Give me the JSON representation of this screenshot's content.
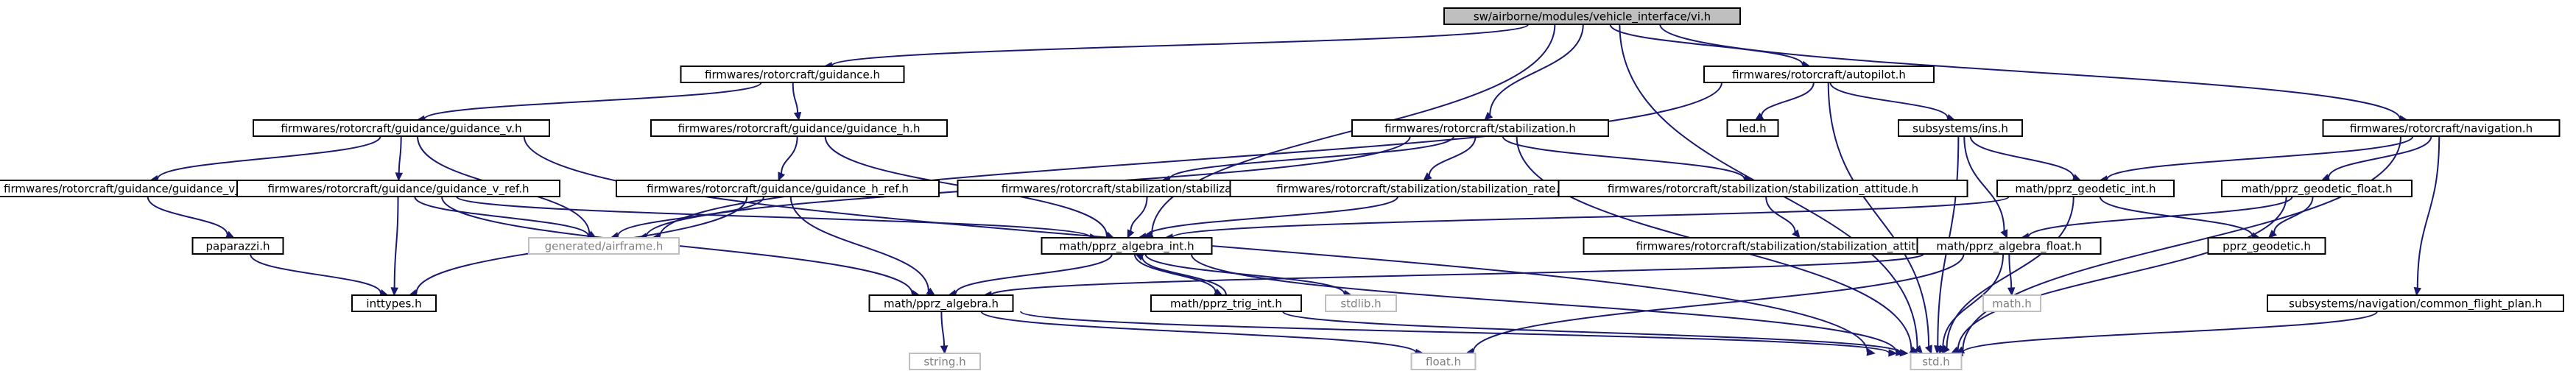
{
  "colors": {
    "root_fill": "#bfbfbf",
    "node_fill": "#ffffff",
    "node_stroke": "#000000",
    "dim_stroke": "#bfbfbf",
    "dim_text": "#808080",
    "edge": "#191970"
  },
  "nodes": [
    {
      "id": "root",
      "label": "sw/airborne/modules/vehicle_interface/vi.h",
      "kind": "root"
    },
    {
      "id": "guidance",
      "label": "firmwares/rotorcraft/guidance.h",
      "kind": "normal"
    },
    {
      "id": "autopilot",
      "label": "firmwares/rotorcraft/autopilot.h",
      "kind": "normal"
    },
    {
      "id": "navigation",
      "label": "firmwares/rotorcraft/navigation.h",
      "kind": "normal"
    },
    {
      "id": "guidance_v",
      "label": "firmwares/rotorcraft/guidance/guidance_v.h",
      "kind": "normal"
    },
    {
      "id": "guidance_h",
      "label": "firmwares/rotorcraft/guidance/guidance_h.h",
      "kind": "normal"
    },
    {
      "id": "stabilization",
      "label": "firmwares/rotorcraft/stabilization.h",
      "kind": "normal"
    },
    {
      "id": "led",
      "label": "led.h",
      "kind": "normal"
    },
    {
      "id": "ins",
      "label": "subsystems/ins.h",
      "kind": "normal"
    },
    {
      "id": "guidance_v_adpt",
      "label": "firmwares/rotorcraft/guidance/guidance_v_adpt.h",
      "kind": "normal"
    },
    {
      "id": "guidance_v_ref",
      "label": "firmwares/rotorcraft/guidance/guidance_v_ref.h",
      "kind": "normal"
    },
    {
      "id": "guidance_h_ref",
      "label": "firmwares/rotorcraft/guidance/guidance_h_ref.h",
      "kind": "normal"
    },
    {
      "id": "stab_none",
      "label": "firmwares/rotorcraft/stabilization/stabilization_none.h",
      "kind": "normal"
    },
    {
      "id": "stab_rate",
      "label": "firmwares/rotorcraft/stabilization/stabilization_rate.h",
      "kind": "normal"
    },
    {
      "id": "stab_att",
      "label": "firmwares/rotorcraft/stabilization/stabilization_attitude.h",
      "kind": "normal"
    },
    {
      "id": "geodetic_int",
      "label": "math/pprz_geodetic_int.h",
      "kind": "normal"
    },
    {
      "id": "geodetic_float",
      "label": "math/pprz_geodetic_float.h",
      "kind": "normal"
    },
    {
      "id": "paparazzi",
      "label": "paparazzi.h",
      "kind": "normal"
    },
    {
      "id": "airframe",
      "label": "generated/airframe.h",
      "kind": "dim"
    },
    {
      "id": "algebra_int",
      "label": "math/pprz_algebra_int.h",
      "kind": "normal"
    },
    {
      "id": "stab_att_ref",
      "label": "firmwares/rotorcraft/stabilization/stabilization_attitude_ref.h",
      "kind": "normal"
    },
    {
      "id": "algebra_float",
      "label": "math/pprz_algebra_float.h",
      "kind": "normal"
    },
    {
      "id": "pprz_geodetic",
      "label": "pprz_geodetic.h",
      "kind": "normal"
    },
    {
      "id": "inttypes",
      "label": "inttypes.h",
      "kind": "normal"
    },
    {
      "id": "algebra",
      "label": "math/pprz_algebra.h",
      "kind": "normal"
    },
    {
      "id": "trig_int",
      "label": "math/pprz_trig_int.h",
      "kind": "normal"
    },
    {
      "id": "stdlib",
      "label": "stdlib.h",
      "kind": "dim"
    },
    {
      "id": "mathh",
      "label": "math.h",
      "kind": "dim"
    },
    {
      "id": "common_flight_plan",
      "label": "subsystems/navigation/common_flight_plan.h",
      "kind": "normal"
    },
    {
      "id": "string",
      "label": "string.h",
      "kind": "dim"
    },
    {
      "id": "float",
      "label": "float.h",
      "kind": "dim"
    },
    {
      "id": "std",
      "label": "std.h",
      "kind": "dim"
    }
  ],
  "edges": [
    [
      "root",
      "guidance"
    ],
    [
      "root",
      "autopilot"
    ],
    [
      "root",
      "navigation"
    ],
    [
      "root",
      "stabilization"
    ],
    [
      "root",
      "algebra_int"
    ],
    [
      "root",
      "std"
    ],
    [
      "guidance",
      "guidance_v"
    ],
    [
      "guidance",
      "guidance_h"
    ],
    [
      "autopilot",
      "led"
    ],
    [
      "autopilot",
      "ins"
    ],
    [
      "autopilot",
      "airframe"
    ],
    [
      "autopilot",
      "std"
    ],
    [
      "navigation",
      "geodetic_int"
    ],
    [
      "navigation",
      "geodetic_float"
    ],
    [
      "navigation",
      "common_flight_plan"
    ],
    [
      "navigation",
      "std"
    ],
    [
      "guidance_v",
      "guidance_v_adpt"
    ],
    [
      "guidance_v",
      "guidance_v_ref"
    ],
    [
      "guidance_v",
      "airframe"
    ],
    [
      "guidance_v",
      "std"
    ],
    [
      "guidance_h",
      "guidance_h_ref"
    ],
    [
      "guidance_h",
      "algebra_int"
    ],
    [
      "stabilization",
      "stab_none"
    ],
    [
      "stabilization",
      "stab_rate"
    ],
    [
      "stabilization",
      "stab_att"
    ],
    [
      "stabilization",
      "airframe"
    ],
    [
      "stabilization",
      "std"
    ],
    [
      "ins",
      "geodetic_int"
    ],
    [
      "ins",
      "algebra_float"
    ],
    [
      "ins",
      "std"
    ],
    [
      "guidance_v_adpt",
      "paparazzi"
    ],
    [
      "guidance_v_ref",
      "airframe"
    ],
    [
      "guidance_v_ref",
      "inttypes"
    ],
    [
      "guidance_v_ref",
      "algebra"
    ],
    [
      "guidance_v_ref",
      "algebra_int"
    ],
    [
      "guidance_h_ref",
      "airframe"
    ],
    [
      "guidance_h_ref",
      "inttypes"
    ],
    [
      "guidance_h_ref",
      "algebra"
    ],
    [
      "stab_none",
      "algebra_int"
    ],
    [
      "stab_rate",
      "algebra_int"
    ],
    [
      "stab_att",
      "stab_att_ref"
    ],
    [
      "geodetic_int",
      "algebra_int"
    ],
    [
      "geodetic_int",
      "pprz_geodetic"
    ],
    [
      "geodetic_int",
      "std"
    ],
    [
      "geodetic_float",
      "algebra_float"
    ],
    [
      "geodetic_float",
      "pprz_geodetic"
    ],
    [
      "geodetic_float",
      "std"
    ],
    [
      "paparazzi",
      "inttypes"
    ],
    [
      "algebra_int",
      "algebra"
    ],
    [
      "algebra_int",
      "trig_int"
    ],
    [
      "algebra_int",
      "stdlib"
    ],
    [
      "algebra_int",
      "std"
    ],
    [
      "algebra_float",
      "algebra"
    ],
    [
      "algebra_float",
      "mathh"
    ],
    [
      "algebra_float",
      "float"
    ],
    [
      "algebra_float",
      "std"
    ],
    [
      "algebra",
      "string"
    ],
    [
      "algebra",
      "float"
    ],
    [
      "algebra",
      "std"
    ],
    [
      "trig_int",
      "algebra_int"
    ],
    [
      "trig_int",
      "std"
    ],
    [
      "common_flight_plan",
      "std"
    ]
  ]
}
